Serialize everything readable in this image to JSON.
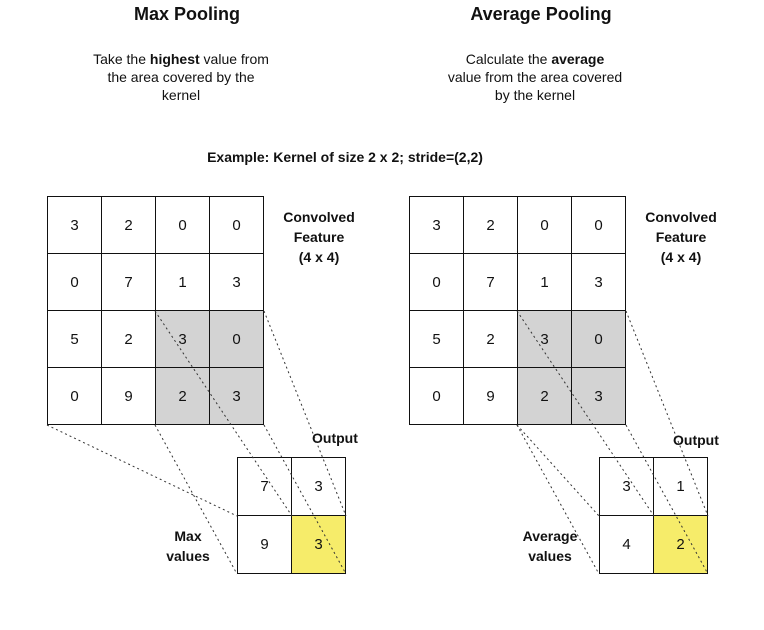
{
  "max_panel": {
    "title": "Max Pooling",
    "desc": {
      "line1_pre": "Take the ",
      "line1_bold": "highest",
      "line1_post": " value from",
      "line2": "the area covered by the",
      "line3": "kernel"
    },
    "feature_label": [
      "Convolved",
      "Feature",
      "(4 x 4)"
    ],
    "output_label": "Output",
    "values_label": [
      "Max",
      "values"
    ],
    "input": [
      [
        "3",
        "2",
        "0",
        "0"
      ],
      [
        "0",
        "7",
        "1",
        "3"
      ],
      [
        "5",
        "2",
        "3",
        "0"
      ],
      [
        "0",
        "9",
        "2",
        "3"
      ]
    ],
    "output": [
      [
        "7",
        "3"
      ],
      [
        "9",
        "3"
      ]
    ]
  },
  "avg_panel": {
    "title": "Average Pooling",
    "desc": {
      "line1": "Calculate the ",
      "line1_bold": "average",
      "line2": "value from the area covered",
      "line3": "by the kernel"
    },
    "feature_label": [
      "Convolved",
      "Feature",
      "(4 x 4)"
    ],
    "output_label": "Output",
    "values_label": [
      "Average",
      "values"
    ],
    "input": [
      [
        "3",
        "2",
        "0",
        "0"
      ],
      [
        "0",
        "7",
        "1",
        "3"
      ],
      [
        "5",
        "2",
        "3",
        "0"
      ],
      [
        "0",
        "9",
        "2",
        "3"
      ]
    ],
    "output": [
      [
        "3",
        "1"
      ],
      [
        "4",
        "2"
      ]
    ]
  },
  "example": "Example:  Kernel of size 2 x 2;  stride=(2,2)",
  "colors": {
    "highlight": "#d3d3d3",
    "result": "#f6ec6a",
    "grid": "#111111"
  }
}
